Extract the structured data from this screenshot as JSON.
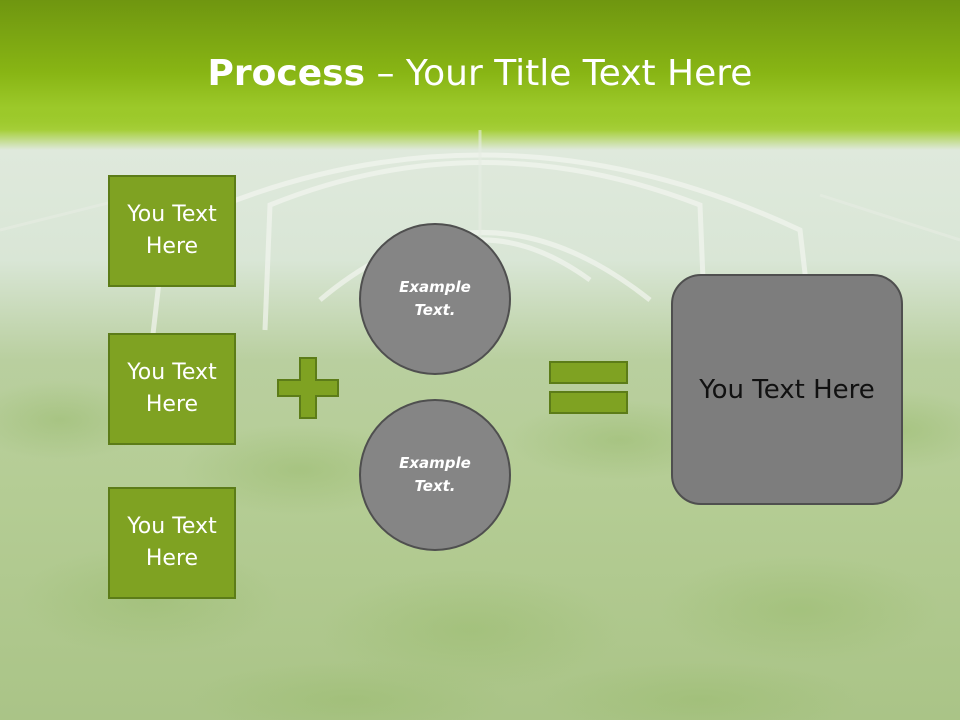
{
  "title": {
    "bold": "Process",
    "rest": " – Your Title Text Here"
  },
  "boxes": [
    {
      "label": "You Text\nHere"
    },
    {
      "label": "You Text\nHere"
    },
    {
      "label": "You Text\nHere"
    }
  ],
  "circles": [
    {
      "label": "Example\nText."
    },
    {
      "label": "Example\nText."
    }
  ],
  "result": {
    "label": "You Text Here"
  },
  "colors": {
    "accent": "#7fa222",
    "accent_border": "#5c7c18",
    "circle_fill": "#858585",
    "result_fill": "#7d7d7d"
  },
  "icons": {
    "plus": "plus-icon",
    "equals": "equals-icon"
  }
}
